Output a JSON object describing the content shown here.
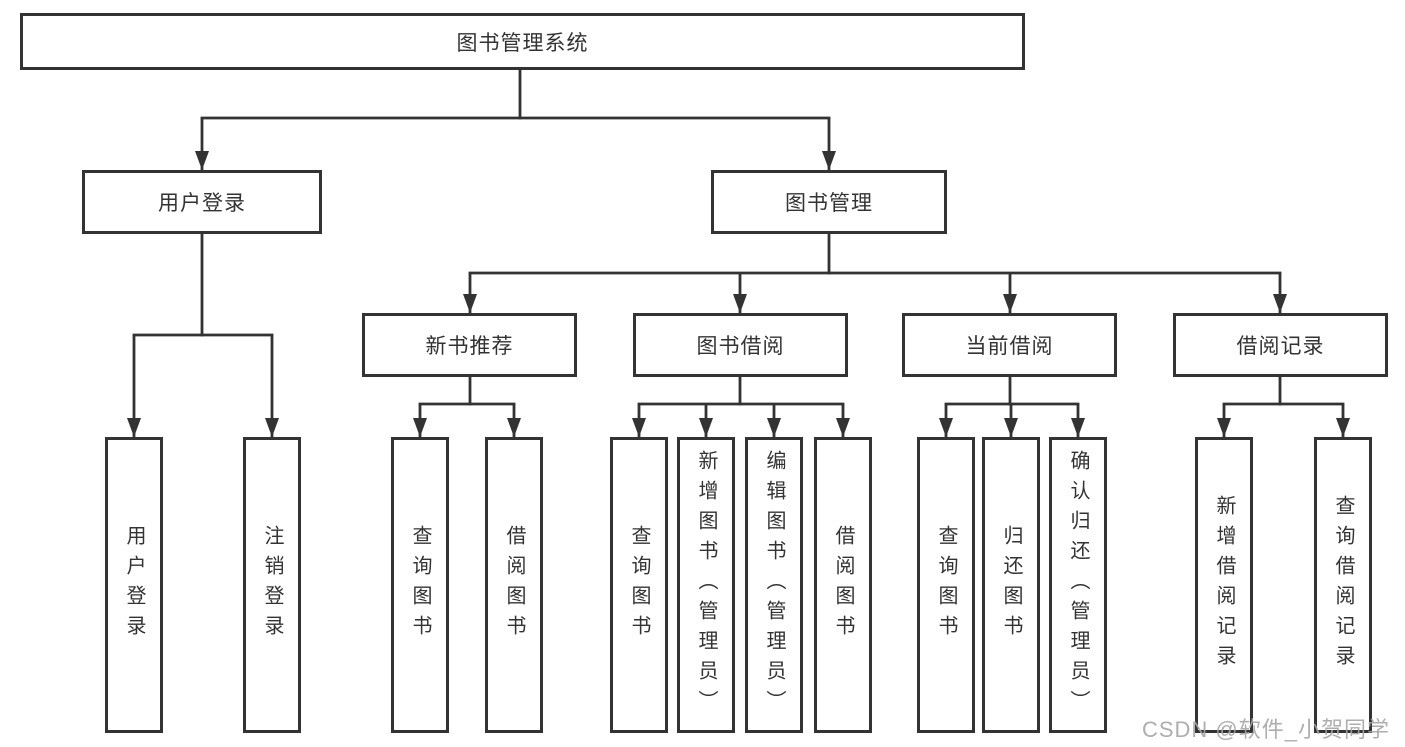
{
  "tree": {
    "label": "图书管理系统",
    "children": [
      {
        "label": "用户登录",
        "children": [
          {
            "label": "用户登录"
          },
          {
            "label": "注销登录"
          }
        ]
      },
      {
        "label": "图书管理",
        "children": [
          {
            "label": "新书推荐",
            "children": [
              {
                "label": "查询图书"
              },
              {
                "label": "借阅图书"
              }
            ]
          },
          {
            "label": "图书借阅",
            "children": [
              {
                "label": "查询图书"
              },
              {
                "label": "新增图书（管理员）"
              },
              {
                "label": "编辑图书（管理员）"
              },
              {
                "label": "借阅图书"
              }
            ]
          },
          {
            "label": "当前借阅",
            "children": [
              {
                "label": "查询图书"
              },
              {
                "label": "归还图书"
              },
              {
                "label": "确认归还（管理员）"
              }
            ]
          },
          {
            "label": "借阅记录",
            "children": [
              {
                "label": "新增借阅记录"
              },
              {
                "label": "查询借阅记录"
              }
            ]
          }
        ]
      }
    ]
  },
  "watermark": "CSDN @软件_小贺同学",
  "colors": {
    "line": "#333333",
    "text": "#333333",
    "background": "#ffffff",
    "watermark": "#a5a5a5"
  }
}
